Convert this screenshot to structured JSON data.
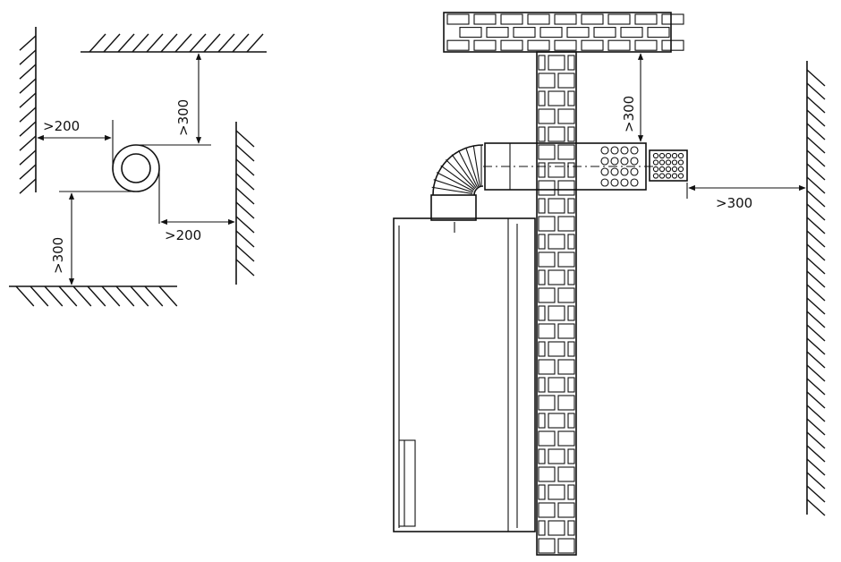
{
  "left_figure": {
    "dim_left": ">200",
    "dim_top": ">300",
    "dim_right": ">200",
    "dim_bottom": ">300"
  },
  "right_figure": {
    "dim_ceiling": ">300",
    "dim_wall": ">300"
  },
  "colors": {
    "ink": "#111111",
    "paper": "#ffffff"
  }
}
